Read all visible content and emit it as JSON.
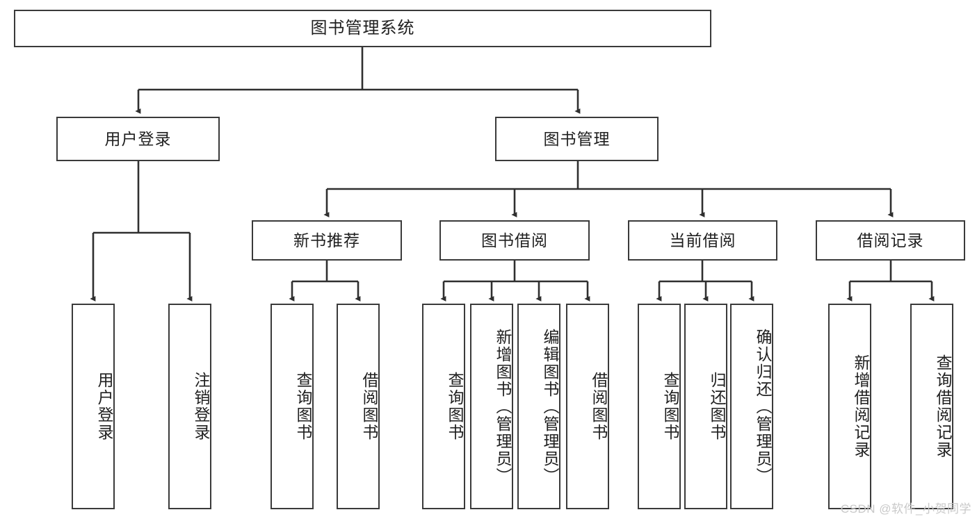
{
  "diagram": {
    "type": "tree",
    "title": "图书管理系统",
    "watermark": "CSDN @软件_小贺同学",
    "colors": {
      "box_border": "#3a3a3a",
      "box_fill": "#ffffff",
      "edge": "#2f2f2f",
      "text": "#1f1f1f",
      "watermark": "#c9c9c9",
      "background": "#ffffff"
    },
    "root": {
      "label": "图书管理系统"
    },
    "level2": [
      {
        "id": "user-login",
        "label": "用户登录"
      },
      {
        "id": "book-manage",
        "label": "图书管理"
      }
    ],
    "level3": [
      {
        "id": "new-book-recommend",
        "label": "新书推荐",
        "parent": "book-manage"
      },
      {
        "id": "book-borrow",
        "label": "图书借阅",
        "parent": "book-manage"
      },
      {
        "id": "current-borrow",
        "label": "当前借阅",
        "parent": "book-manage"
      },
      {
        "id": "borrow-record",
        "label": "借阅记录",
        "parent": "book-manage"
      }
    ],
    "leaves": {
      "user-login": [
        {
          "id": "leaf-user-login",
          "label": "用户登录"
        },
        {
          "id": "leaf-user-logout",
          "label": "注销登录"
        }
      ],
      "new-book-recommend": [
        {
          "id": "leaf-query-book-1",
          "label": "查询图书"
        },
        {
          "id": "leaf-borrow-book-1",
          "label": "借阅图书"
        }
      ],
      "book-borrow": [
        {
          "id": "leaf-query-book-2",
          "label": "查询图书"
        },
        {
          "id": "leaf-add-book",
          "label": "新增图书（管理员）"
        },
        {
          "id": "leaf-edit-book",
          "label": "编辑图书（管理员）"
        },
        {
          "id": "leaf-borrow-book-2",
          "label": "借阅图书"
        }
      ],
      "current-borrow": [
        {
          "id": "leaf-query-book-3",
          "label": "查询图书"
        },
        {
          "id": "leaf-return-book",
          "label": "归还图书"
        },
        {
          "id": "leaf-confirm-return",
          "label": "确认归还（管理员）"
        }
      ],
      "borrow-record": [
        {
          "id": "leaf-add-record",
          "label": "新增借阅记录"
        },
        {
          "id": "leaf-query-record",
          "label": "查询借阅记录"
        }
      ]
    }
  }
}
